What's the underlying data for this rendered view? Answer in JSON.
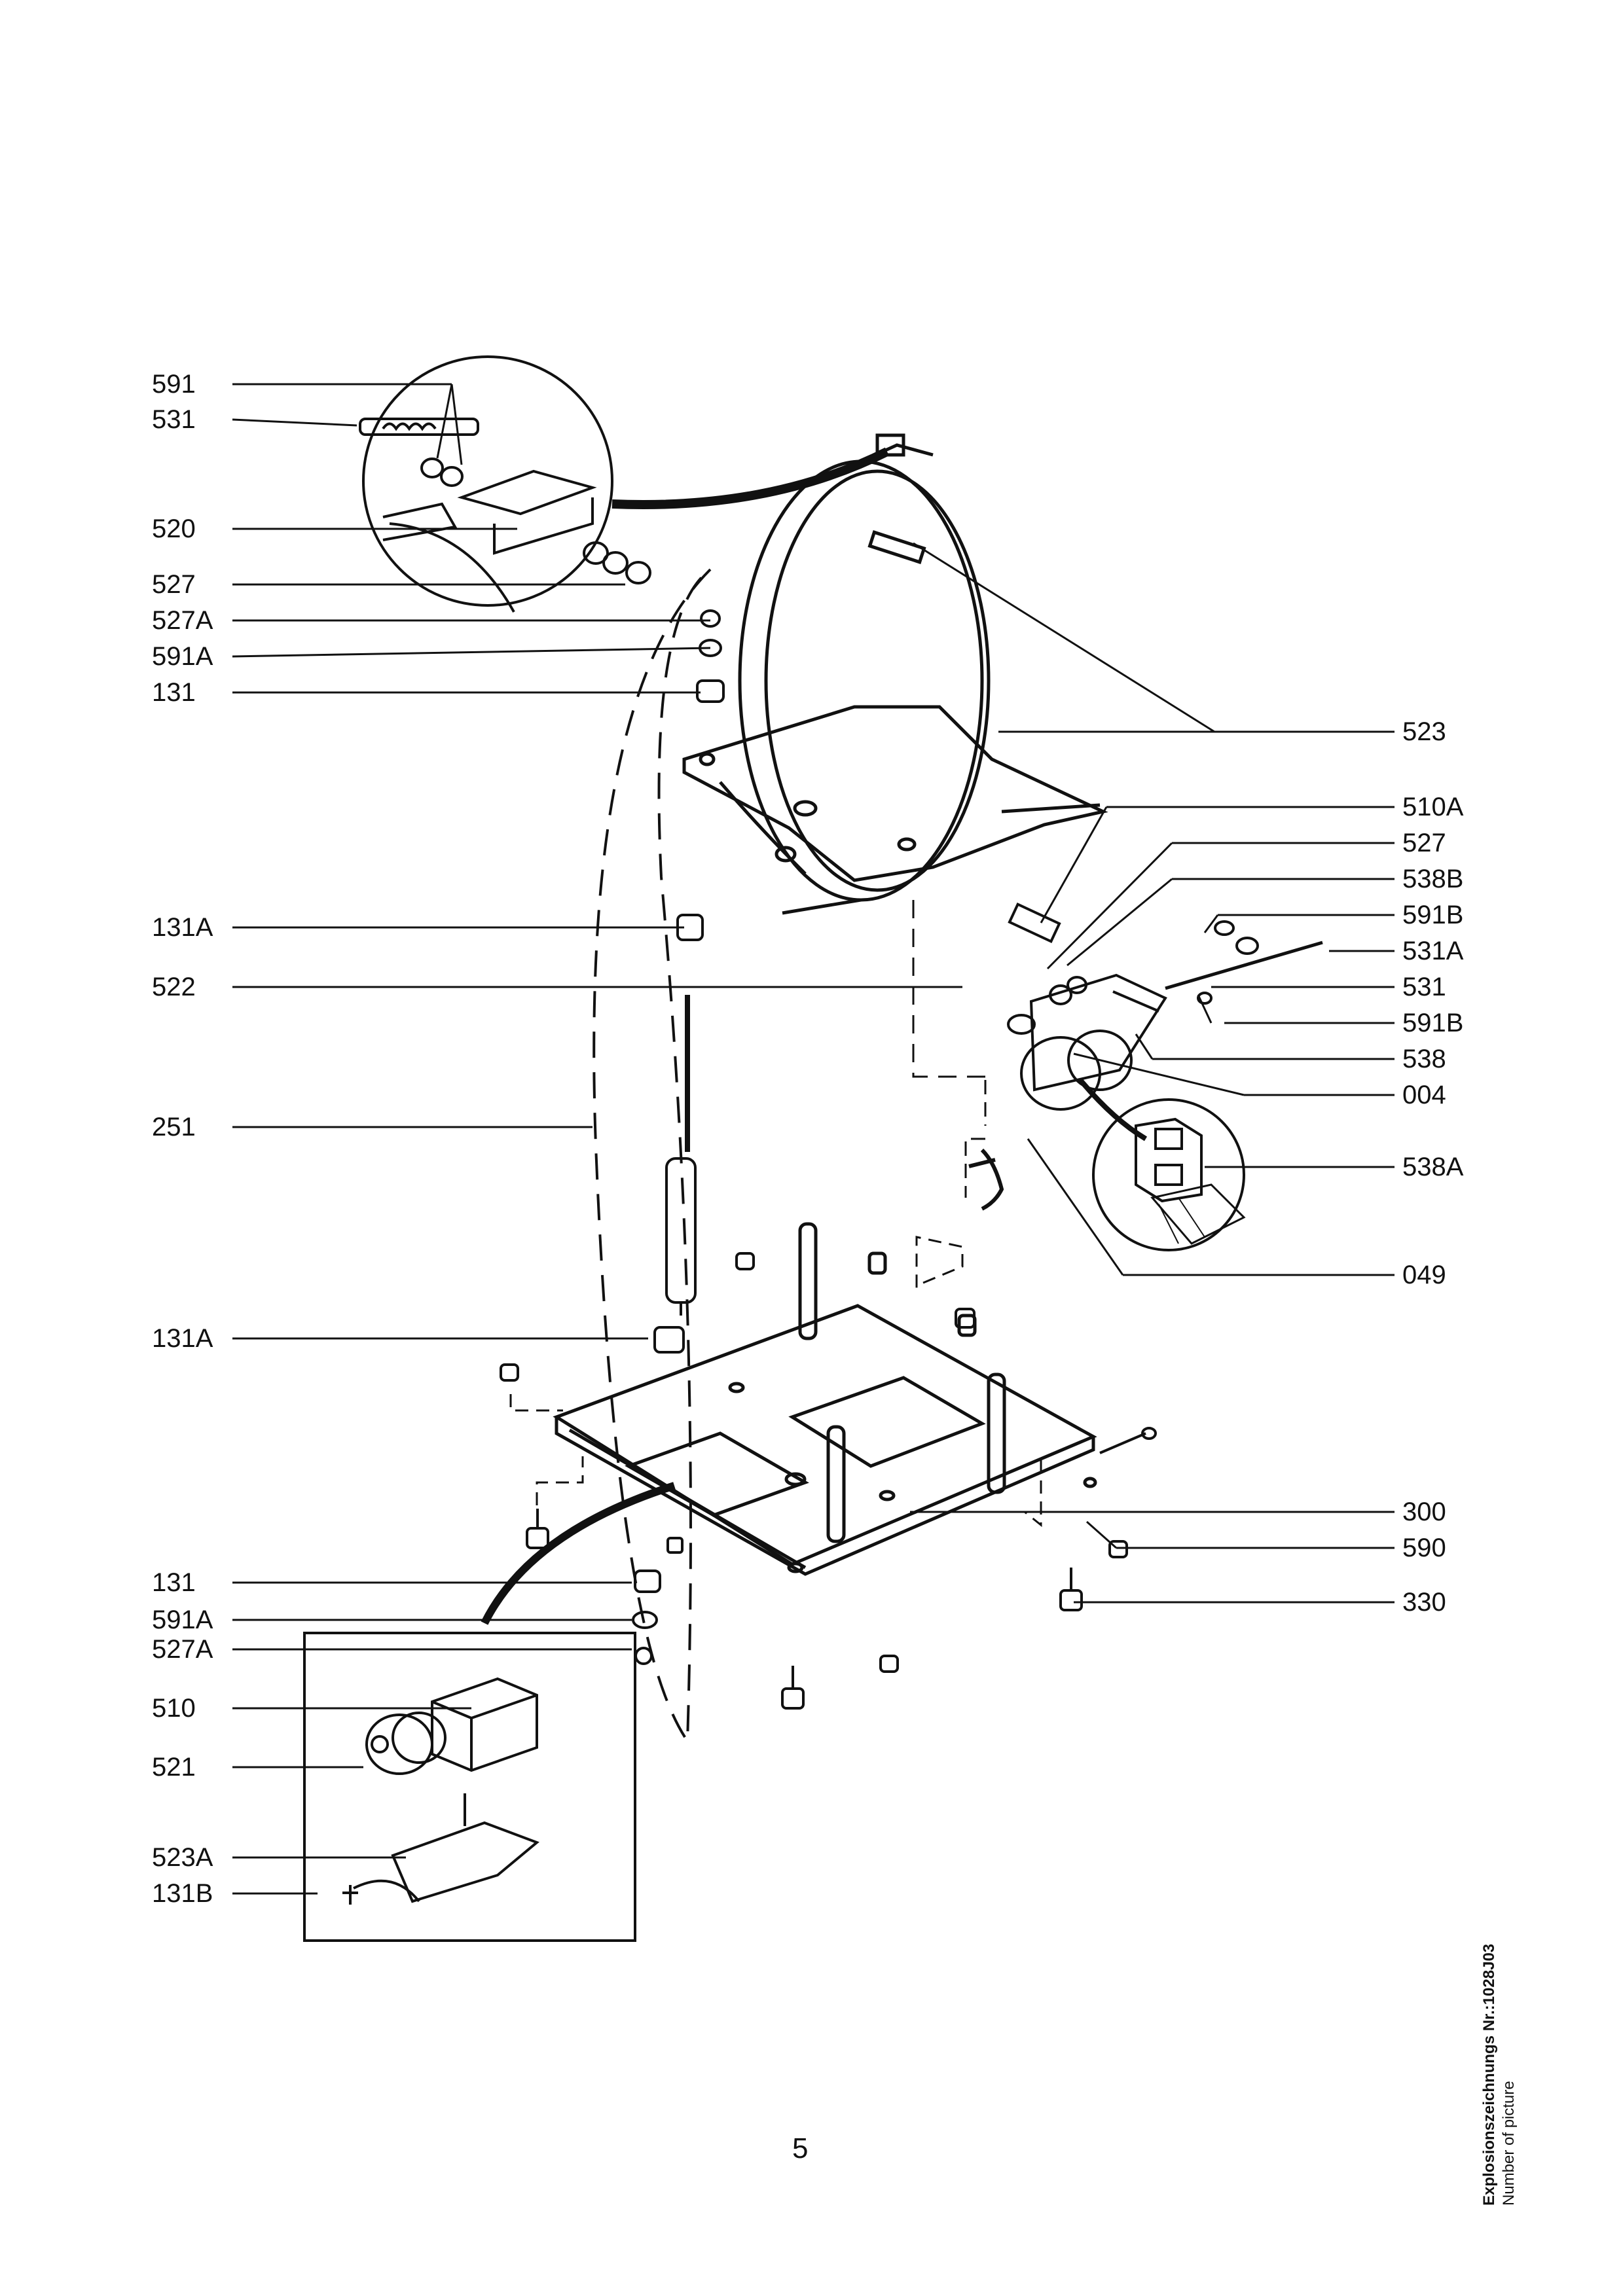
{
  "labels_left": [
    "591",
    "531",
    "520",
    "527",
    "527A",
    "591A",
    "131",
    "131A",
    "522",
    "251",
    "131A",
    "131",
    "591A",
    "527A",
    "510",
    "521",
    "523A",
    "131B"
  ],
  "labels_right": [
    "523",
    "510A",
    "527",
    "538B",
    "591B",
    "531A",
    "531",
    "591B",
    "538",
    "004",
    "538A",
    "049",
    "300",
    "590",
    "330"
  ],
  "page_number": "5",
  "side_note": {
    "title": "Explosionszeichnungs Nr.:1028J03",
    "subtitle": "Number of picture"
  }
}
